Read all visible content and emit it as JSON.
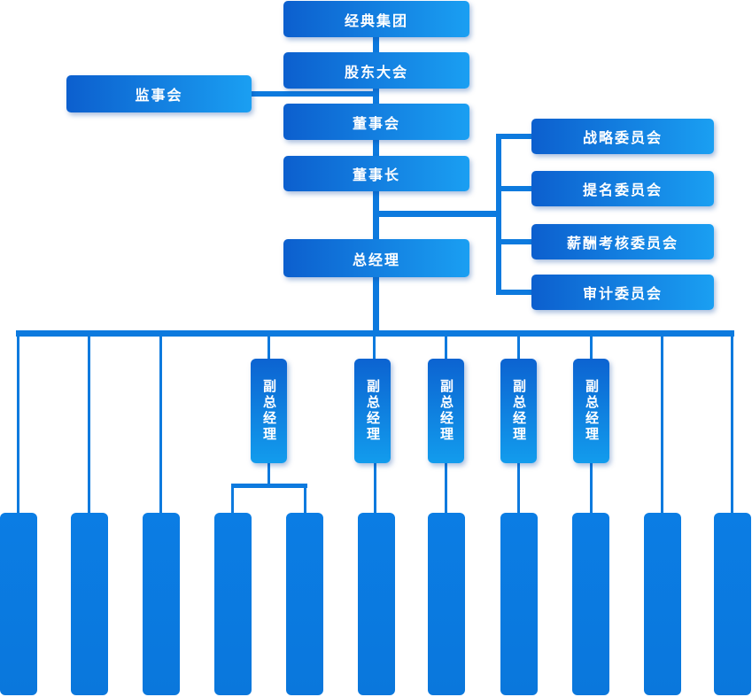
{
  "org_chart": {
    "type": "organization-chart",
    "main_chain": [
      {
        "id": "group-company",
        "label": "经典集团"
      },
      {
        "id": "shareholders-meeting",
        "label": "股东大会"
      },
      {
        "id": "board-of-directors",
        "label": "董事会"
      },
      {
        "id": "chairman",
        "label": "董事长"
      },
      {
        "id": "general-manager",
        "label": "总经理"
      }
    ],
    "supervisory_board": {
      "label": "监事会",
      "reports_to": "股东大会"
    },
    "board_committees": [
      {
        "id": "strategy-committee",
        "label": "战略委员会"
      },
      {
        "id": "nomination-committee",
        "label": "提名委员会"
      },
      {
        "id": "compensation-committee",
        "label": "薪酬考核委员会"
      },
      {
        "id": "audit-committee",
        "label": "审计委员会"
      }
    ],
    "deputy_general_managers": [
      {
        "label": "副总经理",
        "department_count": 2
      },
      {
        "label": "副总经理",
        "department_count": 1
      },
      {
        "label": "副总经理",
        "department_count": 1
      },
      {
        "label": "副总经理",
        "department_count": 1
      },
      {
        "label": "副总经理",
        "department_count": 1
      }
    ],
    "department_boxes": {
      "count": 11,
      "label": ""
    },
    "colors": {
      "node_gradient_start": "#0c5fce",
      "node_gradient_end": "#1a9ff2",
      "department_fill": "#0a7ce2",
      "connector": "#0d7ade",
      "text": "#ffffff"
    }
  }
}
